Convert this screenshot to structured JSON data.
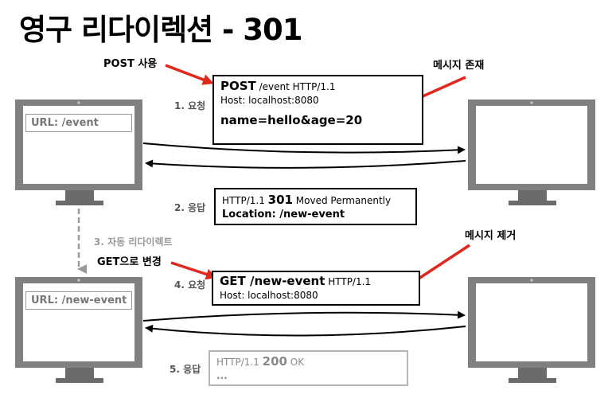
{
  "title": "영구 리다이렉션 - 301",
  "annotations": {
    "post_use": "POST 사용",
    "message_exists": "메시지 존재",
    "get_change": "GET으로 변경",
    "message_removed": "메시지 제거"
  },
  "steps": {
    "request1": "1. 요청",
    "response2": "2. 응답",
    "auto_redirect3": "3. 자동 리다이렉트",
    "request4": "4. 요청",
    "response5": "5. 응답"
  },
  "client_top": {
    "url": "URL: /event"
  },
  "client_bottom": {
    "url": "URL: /new-event"
  },
  "request1": {
    "method": "POST",
    "path": " /event HTTP/1.1",
    "host": "Host: localhost:8080",
    "body": "name=hello&age=20"
  },
  "response2": {
    "version": "HTTP/1.1 ",
    "status": "301",
    "status_text": " Moved Permanently",
    "location": "Location: /new-event"
  },
  "request4": {
    "method_path": "GET /new-event",
    "version": " HTTP/1.1",
    "host": "Host: localhost:8080"
  },
  "response5": {
    "version": "HTTP/1.1 ",
    "status": "200",
    "status_text": " OK",
    "ellipsis": "..."
  },
  "colors": {
    "monitor": "#7f7f7f",
    "monitor_dark": "#6b6b6b",
    "annotation_arrow": "#e0281e",
    "dashed_arrow": "#9a9a9a"
  }
}
